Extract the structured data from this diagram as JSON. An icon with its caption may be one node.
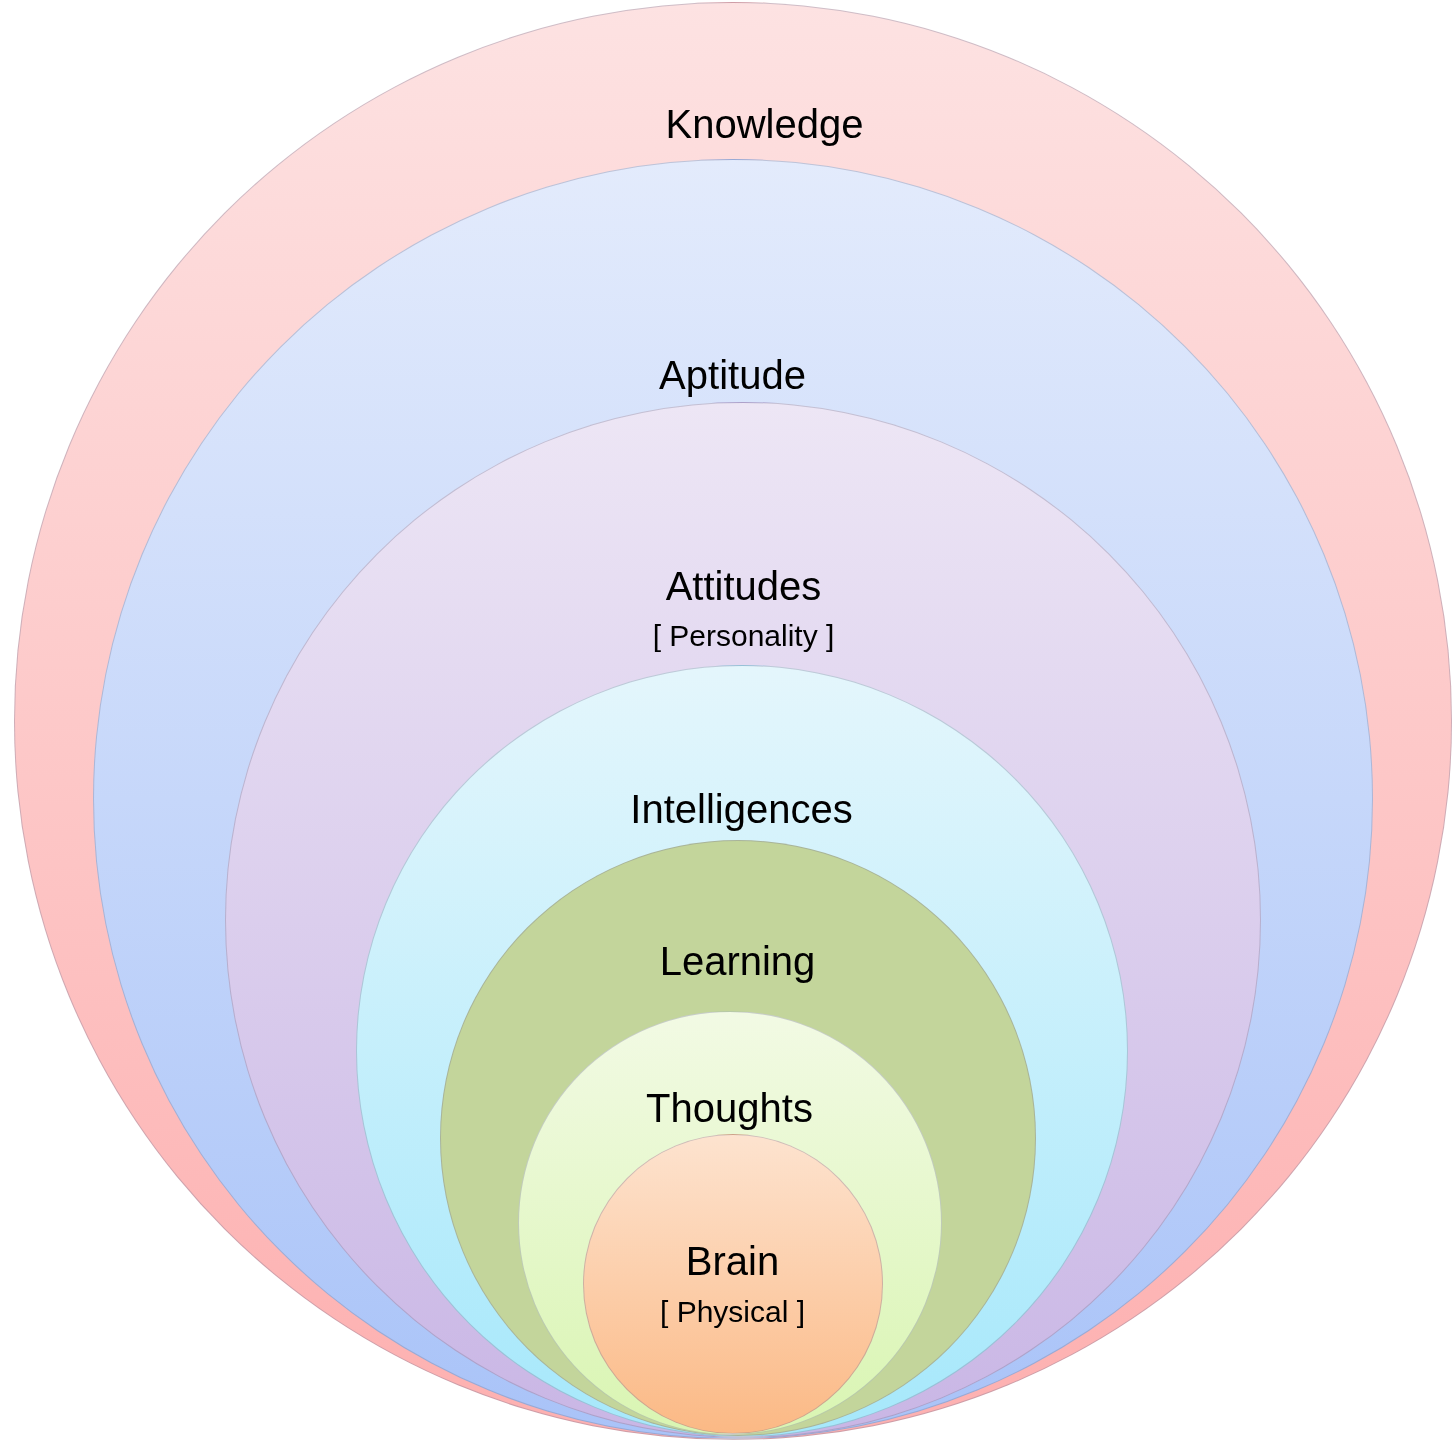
{
  "diagram": {
    "nodes": [
      {
        "text": [
          "Knowledge"
        ]
      },
      {
        "text": [
          "Aptitude"
        ],
        "in": 0
      },
      {
        "text": [
          "Attitudes",
          "[ Personality ]"
        ],
        "in": 1
      },
      {
        "text": [
          "Intelligences"
        ],
        "in": 2
      },
      {
        "text": [
          "Learning"
        ],
        "in": 3
      },
      {
        "text": [
          "Thoughts"
        ],
        "in": 4
      },
      {
        "text": [
          "Brain",
          "[ Physical ]"
        ],
        "in": 5
      }
    ]
  }
}
